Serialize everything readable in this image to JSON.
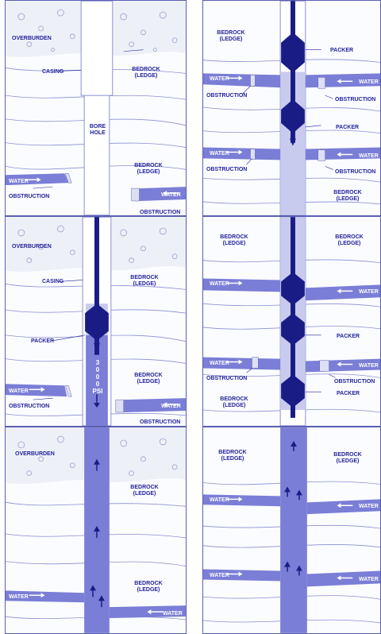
{
  "colors": {
    "water": "#7a7ed6",
    "pipe_dark": "#1a1c86",
    "pipe_light": "#c8cbee",
    "line": "#23239a",
    "gravel": "#9aa0cc"
  },
  "labels": {
    "overburden": "OVERBURDEN",
    "casing": "CASING",
    "bedrock": "BEDROCK",
    "ledge": "(LEDGE)",
    "bore": "BORE",
    "hole": "HOLE",
    "water": "WATER",
    "obstruction": "OBSTRUCTION",
    "packer": "PACKER",
    "psi_digits": [
      "3",
      "0",
      "0",
      "0"
    ],
    "psi": "PSI"
  }
}
